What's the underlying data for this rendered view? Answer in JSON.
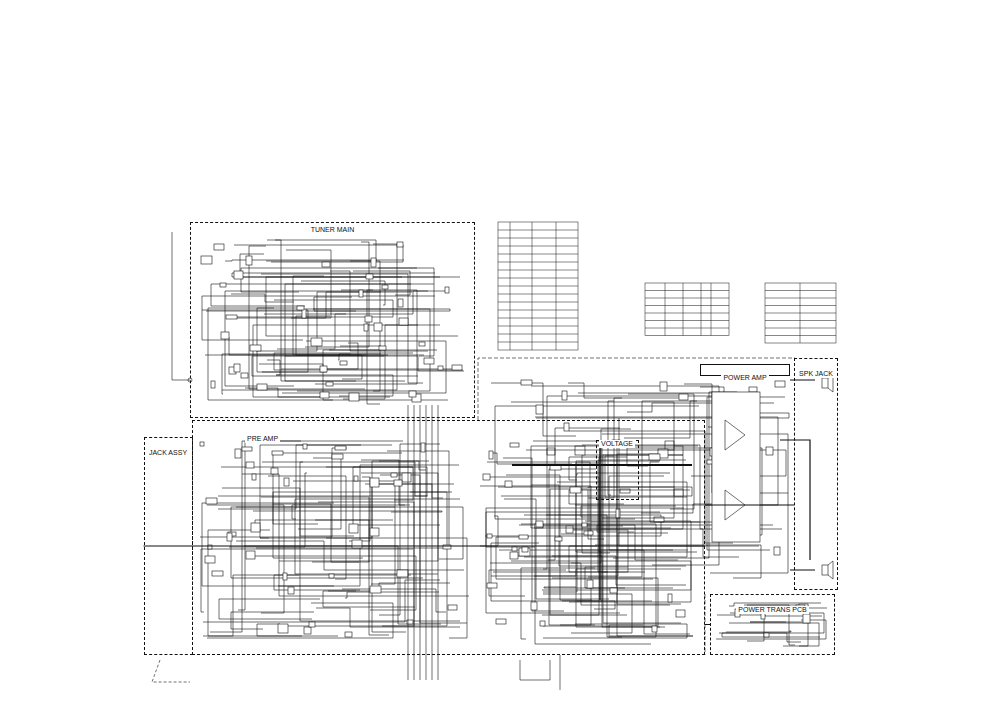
{
  "diagram": {
    "nodes": [
      {
        "text": [
          "TUNER MAIN"
        ]
      },
      {
        "text": [
          "PRE AMP"
        ]
      },
      {
        "text": [
          "JACK ASSY"
        ]
      },
      {
        "text": [
          "POWER AMP"
        ]
      },
      {
        "text": [
          "SPK JACK"
        ]
      },
      {
        "text": [
          "POWER TRANS PCB"
        ]
      },
      {
        "text": [
          "VOLTAGE"
        ]
      }
    ],
    "edges": [
      {
        "from": 0,
        "to": 1,
        "arrow": "none"
      },
      {
        "from": 2,
        "to": 1,
        "arrow": "none"
      },
      {
        "from": 1,
        "to": 4,
        "arrow": "none"
      },
      {
        "from": 1,
        "to": 5,
        "arrow": "none"
      }
    ]
  }
}
